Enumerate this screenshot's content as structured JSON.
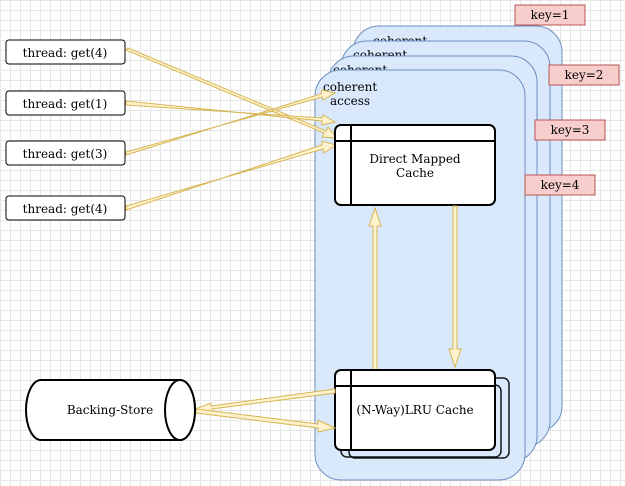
{
  "threads": [
    {
      "label": "thread: get(4)"
    },
    {
      "label": "thread: get(1)"
    },
    {
      "label": "thread: get(3)"
    },
    {
      "label": "thread: get(4)"
    }
  ],
  "stack_labels": [
    "coherent",
    "coherent",
    "coherent",
    "coherent access"
  ],
  "keys": [
    "key=1",
    "key=2",
    "key=3",
    "key=4"
  ],
  "direct_cache": {
    "line1": "Direct Mapped",
    "line2": "Cache"
  },
  "lru_cache": {
    "label": "(N-Way)LRU Cache"
  },
  "backing_store": {
    "label": "Backing-Store"
  },
  "colors": {
    "panel_fill": "#dae8fc",
    "panel_stroke": "#6c8ebf",
    "key_fill": "#f8cecc",
    "key_stroke": "#b85450",
    "arrow_fill": "#fff2cc",
    "arrow_stroke": "#d6b656"
  }
}
